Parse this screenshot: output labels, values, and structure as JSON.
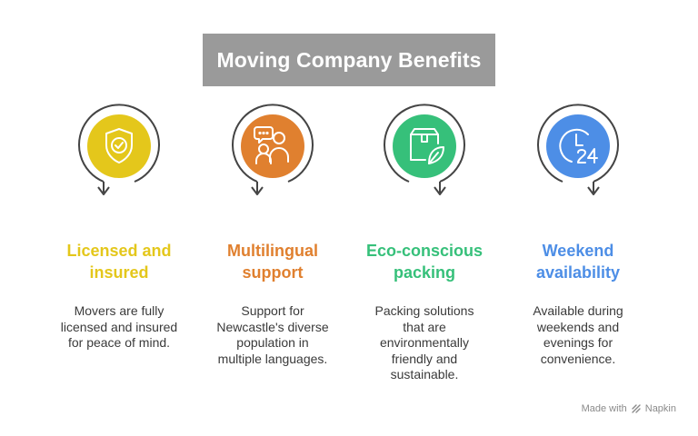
{
  "title": "Moving Company Benefits",
  "benefits": [
    {
      "heading": [
        "Licensed and",
        "insured"
      ],
      "description": [
        "Movers are fully",
        "licensed and insured",
        "for peace of mind."
      ],
      "color": "#e4c71b",
      "icon": "shield-check-icon"
    },
    {
      "heading": [
        "Multilingual",
        "support"
      ],
      "description": [
        "Support for",
        "Newcastle's diverse",
        "population in",
        "multiple languages."
      ],
      "color": "#e0802f",
      "icon": "people-chat-icon"
    },
    {
      "heading": [
        "Eco-conscious",
        "packing"
      ],
      "description": [
        "Packing solutions",
        "that are",
        "environmentally",
        "friendly and",
        "sustainable."
      ],
      "color": "#36c07a",
      "icon": "eco-box-leaf-icon"
    },
    {
      "heading": [
        "Weekend",
        "availability"
      ],
      "description": [
        "Available during",
        "weekends and",
        "evenings for",
        "convenience."
      ],
      "color": "#4d8ee6",
      "icon": "clock-24-icon"
    }
  ],
  "footer": {
    "prefix": "Made with",
    "brand": "Napkin"
  }
}
